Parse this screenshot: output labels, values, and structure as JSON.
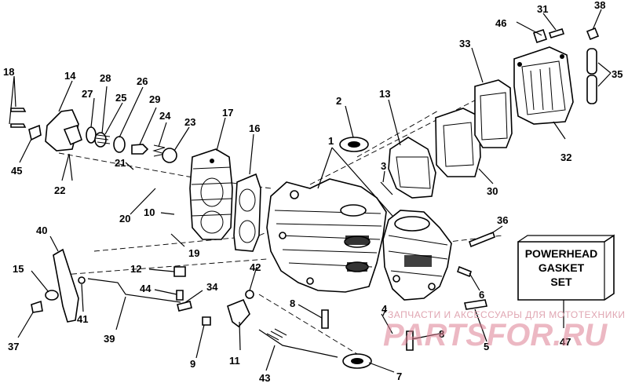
{
  "callouts": [
    {
      "id": "c1",
      "text": "1"
    },
    {
      "id": "c2",
      "text": "2"
    },
    {
      "id": "c3",
      "text": "3"
    },
    {
      "id": "c4",
      "text": "4"
    },
    {
      "id": "c5",
      "text": "5"
    },
    {
      "id": "c6",
      "text": "6"
    },
    {
      "id": "c7",
      "text": "7"
    },
    {
      "id": "c8a",
      "text": "8"
    },
    {
      "id": "c8b",
      "text": "8"
    },
    {
      "id": "c9",
      "text": "9"
    },
    {
      "id": "c10",
      "text": "10"
    },
    {
      "id": "c11",
      "text": "11"
    },
    {
      "id": "c12",
      "text": "12"
    },
    {
      "id": "c13",
      "text": "13"
    },
    {
      "id": "c14",
      "text": "14"
    },
    {
      "id": "c15",
      "text": "15"
    },
    {
      "id": "c16",
      "text": "16"
    },
    {
      "id": "c17",
      "text": "17"
    },
    {
      "id": "c18",
      "text": "18"
    },
    {
      "id": "c19",
      "text": "19"
    },
    {
      "id": "c20",
      "text": "20"
    },
    {
      "id": "c21",
      "text": "21"
    },
    {
      "id": "c22",
      "text": "22"
    },
    {
      "id": "c23",
      "text": "23"
    },
    {
      "id": "c24",
      "text": "24"
    },
    {
      "id": "c25",
      "text": "25"
    },
    {
      "id": "c26",
      "text": "26"
    },
    {
      "id": "c27",
      "text": "27"
    },
    {
      "id": "c28",
      "text": "28"
    },
    {
      "id": "c29",
      "text": "29"
    },
    {
      "id": "c30",
      "text": "30"
    },
    {
      "id": "c31",
      "text": "31"
    },
    {
      "id": "c32",
      "text": "32"
    },
    {
      "id": "c33",
      "text": "33"
    },
    {
      "id": "c34",
      "text": "34"
    },
    {
      "id": "c35",
      "text": "35"
    },
    {
      "id": "c36",
      "text": "36"
    },
    {
      "id": "c37",
      "text": "37"
    },
    {
      "id": "c38",
      "text": "38"
    },
    {
      "id": "c39",
      "text": "39"
    },
    {
      "id": "c40",
      "text": "40"
    },
    {
      "id": "c41",
      "text": "41"
    },
    {
      "id": "c42",
      "text": "42"
    },
    {
      "id": "c43",
      "text": "43"
    },
    {
      "id": "c44",
      "text": "44"
    },
    {
      "id": "c45",
      "text": "45"
    },
    {
      "id": "c46",
      "text": "46"
    },
    {
      "id": "c47",
      "text": "47"
    }
  ],
  "gasket_set": {
    "line1": "POWERHEAD",
    "line2": "GASKET",
    "line3": "SET"
  },
  "watermark": {
    "text": "ЗАПЧАСТИ И АКСЕССУАРЫ ДЛЯ МОТОТЕХНИКИ",
    "logo": "PARTSFOR.RU"
  }
}
